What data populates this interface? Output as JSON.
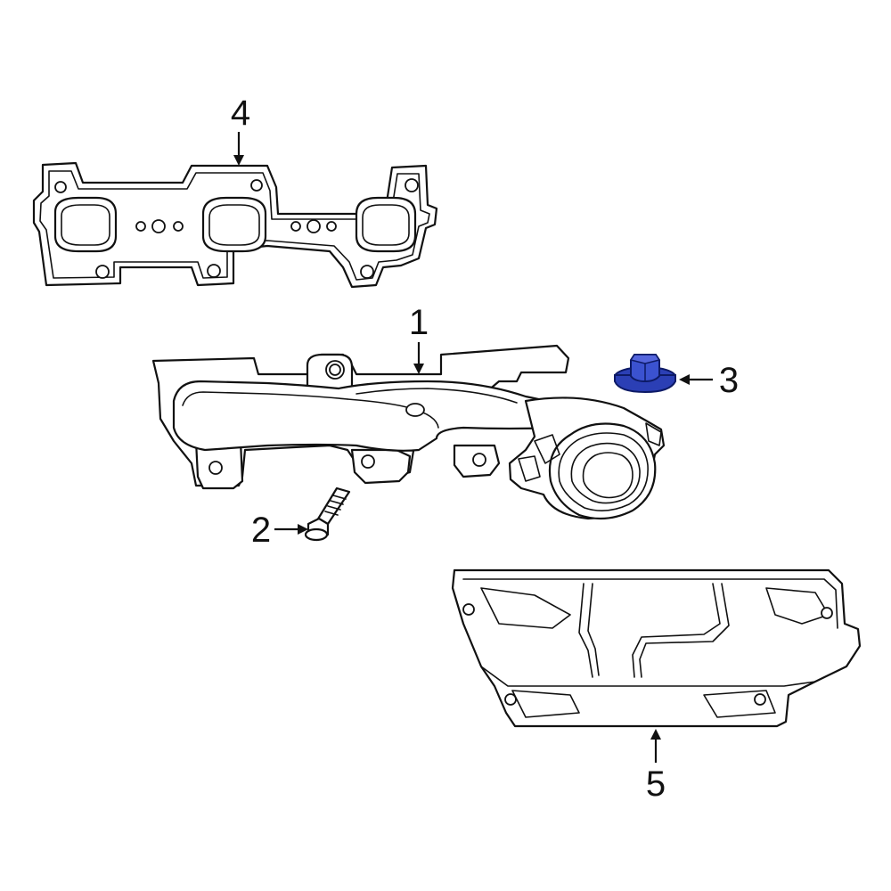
{
  "callouts": [
    {
      "id": "1",
      "label": "1"
    },
    {
      "id": "2",
      "label": "2"
    },
    {
      "id": "3",
      "label": "3"
    },
    {
      "id": "4",
      "label": "4"
    },
    {
      "id": "5",
      "label": "5"
    }
  ],
  "colors": {
    "line": "#111111",
    "highlight": "#2b3fb5",
    "highlight_stroke": "#0d1a66",
    "background": "#ffffff"
  }
}
